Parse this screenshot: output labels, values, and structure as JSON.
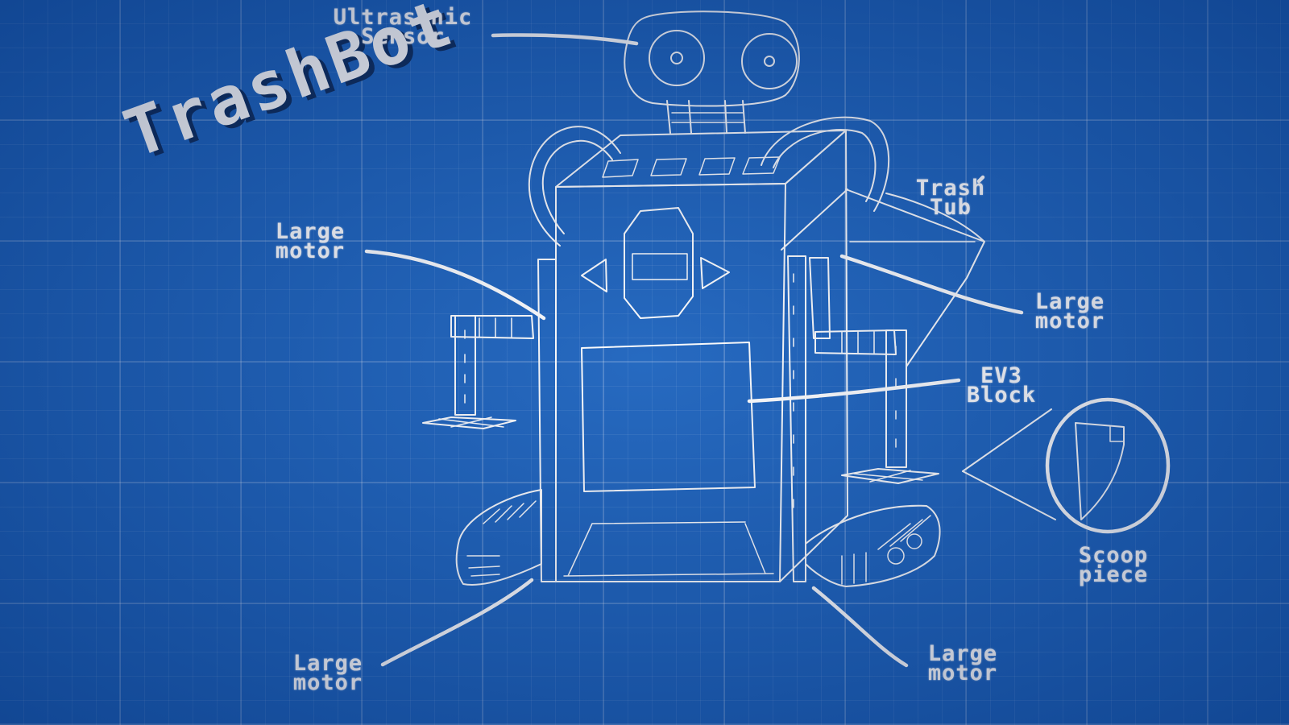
{
  "title": "TrashBot",
  "labels": {
    "ultrasonic_sensor": "Ultrasonic\nSensor",
    "large_motor_left_arm": "Large\nmotor",
    "trash_tub": "Trash\nTub",
    "large_motor_right_arm": "Large\nmotor",
    "ev3_block": "EV3\nBlock",
    "scoop_piece": "Scoop\npiece",
    "large_motor_left_track": "Large\nmotor",
    "large_motor_right_track": "Large\nmotor"
  },
  "colors": {
    "background": "#1b62bd",
    "ink": "#ffffff",
    "title_shadow": "#0b2b5c"
  }
}
